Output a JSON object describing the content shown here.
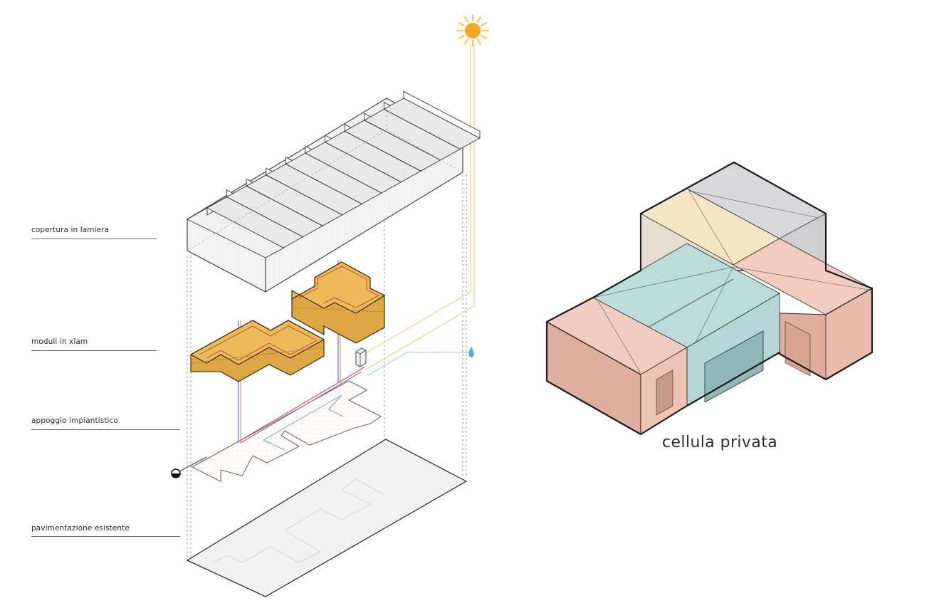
{
  "diagram": {
    "type": "exploded-axonometric",
    "layers": [
      {
        "label": "copertura in lamiera"
      },
      {
        "label": "moduli in xlam"
      },
      {
        "label": "appoggio impiantistico"
      },
      {
        "label": "pavimentazione esistente"
      }
    ],
    "caption": "cellula privata",
    "icons": {
      "sun": "sun-icon",
      "water": "water-drop-icon",
      "drain": "drain-icon",
      "tank": "boiler-icon"
    },
    "colors": {
      "xlam": "#e8b54f",
      "sun": "#f5a623",
      "water": "#6aa7cc",
      "pipe_red": "#d0584a",
      "pipe_purple": "#8a6fc9",
      "roof_gray": "#d4d4d6",
      "roof_yellow": "#f3e4c2",
      "roof_blue": "#bcdcdc",
      "roof_pink": "#f2cdbf"
    }
  }
}
